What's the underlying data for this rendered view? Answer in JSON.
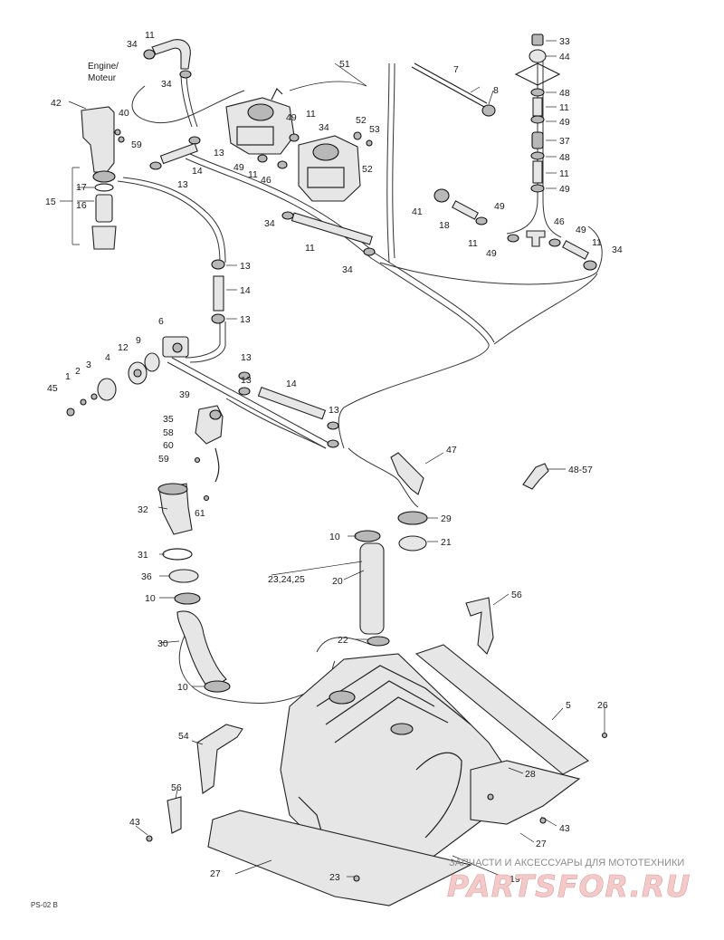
{
  "diagram": {
    "engine_label_line1": "Engine/",
    "engine_label_line2": "Moteur",
    "ref_code": "PS-02 B",
    "watermark_top": "ЗАПЧАСТИ И АКСЕССУАРЫ ДЛЯ МОТОТЕХНИКИ",
    "watermark_brand": "PARTSFOR.RU",
    "callouts": [
      {
        "id": "c34a",
        "text": "34"
      },
      {
        "id": "c11a",
        "text": "11"
      },
      {
        "id": "c34b",
        "text": "34"
      },
      {
        "id": "c42",
        "text": "42"
      },
      {
        "id": "c40",
        "text": "40"
      },
      {
        "id": "c59a",
        "text": "59"
      },
      {
        "id": "c51",
        "text": "51"
      },
      {
        "id": "c7",
        "text": "7"
      },
      {
        "id": "c8",
        "text": "8"
      },
      {
        "id": "c33",
        "text": "33"
      },
      {
        "id": "c44",
        "text": "44"
      },
      {
        "id": "c48a",
        "text": "48"
      },
      {
        "id": "c11b",
        "text": "11"
      },
      {
        "id": "c49a",
        "text": "49"
      },
      {
        "id": "c37",
        "text": "37"
      },
      {
        "id": "c48b",
        "text": "48"
      },
      {
        "id": "c11c",
        "text": "11"
      },
      {
        "id": "c49b",
        "text": "49"
      },
      {
        "id": "c49c",
        "text": "49"
      },
      {
        "id": "c11d",
        "text": "11"
      },
      {
        "id": "c34c",
        "text": "34"
      },
      {
        "id": "c52a",
        "text": "52"
      },
      {
        "id": "c53",
        "text": "53"
      },
      {
        "id": "c52b",
        "text": "52"
      },
      {
        "id": "c13a",
        "text": "13"
      },
      {
        "id": "c14a",
        "text": "14"
      },
      {
        "id": "c49d",
        "text": "49"
      },
      {
        "id": "c11e",
        "text": "11"
      },
      {
        "id": "c46",
        "text": "46"
      },
      {
        "id": "c13b",
        "text": "13"
      },
      {
        "id": "c17",
        "text": "17"
      },
      {
        "id": "c15",
        "text": "15"
      },
      {
        "id": "c16",
        "text": "16"
      },
      {
        "id": "c34d",
        "text": "34"
      },
      {
        "id": "c11f",
        "text": "11"
      },
      {
        "id": "c41",
        "text": "41"
      },
      {
        "id": "c18a",
        "text": "18"
      },
      {
        "id": "c49e",
        "text": "49"
      },
      {
        "id": "c11g",
        "text": "11"
      },
      {
        "id": "c49f",
        "text": "49"
      },
      {
        "id": "c46b",
        "text": "46"
      },
      {
        "id": "c49g",
        "text": "49"
      },
      {
        "id": "c11h",
        "text": "11"
      },
      {
        "id": "c34e",
        "text": "34"
      },
      {
        "id": "c34f",
        "text": "34"
      },
      {
        "id": "c13c",
        "text": "13"
      },
      {
        "id": "c14b",
        "text": "14"
      },
      {
        "id": "c13d",
        "text": "13"
      },
      {
        "id": "c6",
        "text": "6"
      },
      {
        "id": "c9",
        "text": "9"
      },
      {
        "id": "c12",
        "text": "12"
      },
      {
        "id": "c4",
        "text": "4"
      },
      {
        "id": "c3",
        "text": "3"
      },
      {
        "id": "c2",
        "text": "2"
      },
      {
        "id": "c1",
        "text": "1"
      },
      {
        "id": "c45",
        "text": "45"
      },
      {
        "id": "c13e",
        "text": "13"
      },
      {
        "id": "c13f",
        "text": "13"
      },
      {
        "id": "c14c",
        "text": "14"
      },
      {
        "id": "c13g",
        "text": "13"
      },
      {
        "id": "c39",
        "text": "39"
      },
      {
        "id": "c35",
        "text": "35"
      },
      {
        "id": "c58",
        "text": "58"
      },
      {
        "id": "c60",
        "text": "60"
      },
      {
        "id": "c59b",
        "text": "59"
      },
      {
        "id": "c47",
        "text": "47"
      },
      {
        "id": "c4857",
        "text": "48-57"
      },
      {
        "id": "c32",
        "text": "32"
      },
      {
        "id": "c61",
        "text": "61"
      },
      {
        "id": "c29",
        "text": "29"
      },
      {
        "id": "c10a",
        "text": "10"
      },
      {
        "id": "c21",
        "text": "21"
      },
      {
        "id": "c31",
        "text": "31"
      },
      {
        "id": "c232425",
        "text": "23,24,25"
      },
      {
        "id": "c20",
        "text": "20"
      },
      {
        "id": "c36",
        "text": "36"
      },
      {
        "id": "c10b",
        "text": "10"
      },
      {
        "id": "c56a",
        "text": "56"
      },
      {
        "id": "c30",
        "text": "30"
      },
      {
        "id": "c22",
        "text": "22"
      },
      {
        "id": "c10c",
        "text": "10"
      },
      {
        "id": "c5",
        "text": "5"
      },
      {
        "id": "c26",
        "text": "26"
      },
      {
        "id": "c54",
        "text": "54"
      },
      {
        "id": "c28",
        "text": "28"
      },
      {
        "id": "c56b",
        "text": "56"
      },
      {
        "id": "c27a",
        "text": "27"
      },
      {
        "id": "c43a",
        "text": "43"
      },
      {
        "id": "c43b",
        "text": "43"
      },
      {
        "id": "c27b",
        "text": "27"
      },
      {
        "id": "c23",
        "text": "23"
      },
      {
        "id": "c19",
        "text": "19"
      }
    ]
  }
}
